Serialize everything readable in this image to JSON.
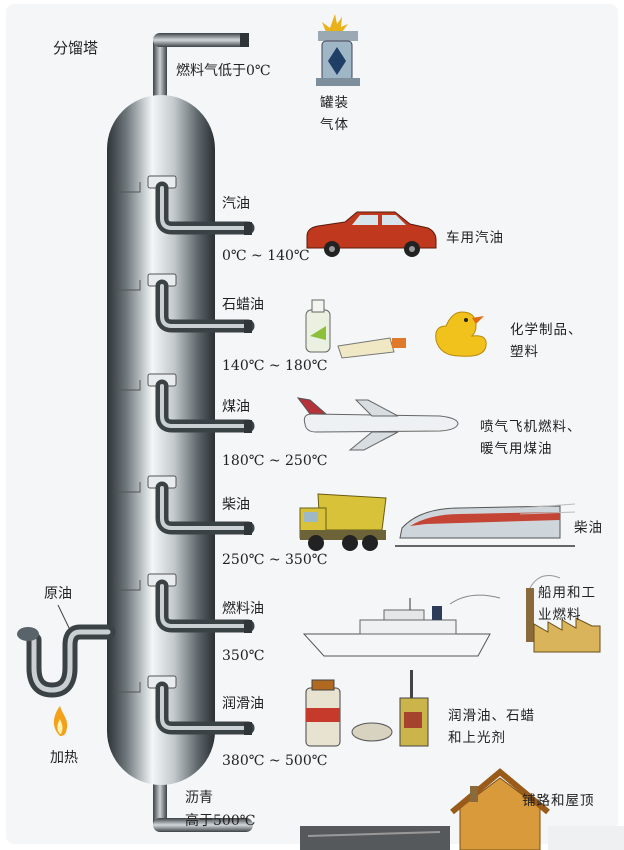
{
  "title": "分馏塔",
  "crude_label": "原油",
  "heat_label": "加热",
  "fractions": [
    {
      "name": "燃料气低于0℃",
      "temp": "",
      "product": "罐装\n气体"
    },
    {
      "name": "汽油",
      "temp": "0℃ ~ 140℃",
      "product": "车用汽油"
    },
    {
      "name": "石蜡油",
      "temp": "140℃ ~ 180℃",
      "product": "化学制品、\n塑料"
    },
    {
      "name": "煤油",
      "temp": "180℃ ~ 250℃",
      "product": "喷气飞机燃料、\n暖气用煤油"
    },
    {
      "name": "柴油",
      "temp": "250℃ ~ 350℃",
      "product": "柴油"
    },
    {
      "name": "燃料油",
      "temp": "350℃",
      "product": "船用和工\n业燃料"
    },
    {
      "name": "润滑油",
      "temp": "380℃ ~ 500℃",
      "product": "润滑油、石蜡\n和上光剂"
    },
    {
      "name": "沥青",
      "temp": "高于500℃",
      "product": "铺路和屋顶"
    }
  ],
  "colors": {
    "column_dark": "#3d4448",
    "column_light": "#e8ecee",
    "car": "#c0391e",
    "truck": "#d8c23a",
    "duck": "#f1c21b",
    "flame": "#f2a11a"
  }
}
